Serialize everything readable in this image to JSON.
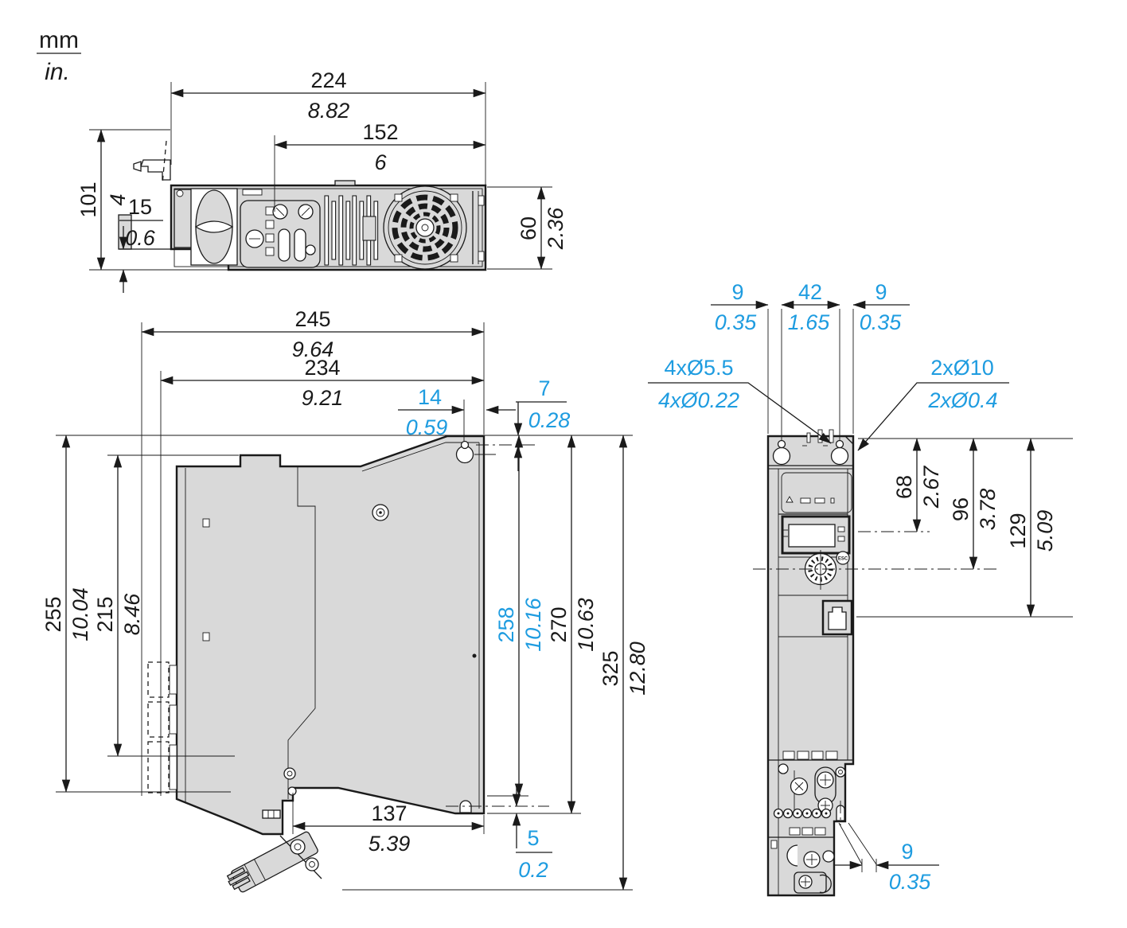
{
  "units": {
    "metric": "mm",
    "imperial": "in."
  },
  "colors": {
    "line": "#1a1a1a",
    "accent_blue": "#1E9CE0",
    "body_fill": "#d9d9d9"
  },
  "labels": {
    "esc_button": "ESC"
  },
  "icons": {
    "fan": "fan-grille-icon",
    "knob": "locking-knob-icon",
    "keyhole": "keyhole-mount-icon",
    "dial": "jog-dial-icon",
    "port": "rj45-port-icon",
    "hook": "din-rail-hook-icon",
    "clamp": "cable-clamp-icon"
  },
  "top_view": {
    "width": {
      "mm": "224",
      "in": "8.82"
    },
    "vent_width": {
      "mm": "152",
      "in": "6"
    },
    "height": {
      "mm": "101",
      "in": "4"
    },
    "rail_offset": {
      "mm": "15",
      "in": "0.6"
    },
    "depth": {
      "mm": "60",
      "in": "2.36"
    }
  },
  "side_view": {
    "depth_total": {
      "mm": "245",
      "in": "9.64"
    },
    "depth_body": {
      "mm": "234",
      "in": "9.21"
    },
    "keyhole_offset_x": {
      "mm": "14",
      "in": "0.59"
    },
    "keyhole_offset_y": {
      "mm": "7",
      "in": "0.28"
    },
    "height_keyhole_to_slot": {
      "mm": "258",
      "in": "10.16"
    },
    "height_body": {
      "mm": "270",
      "in": "10.63"
    },
    "height_total": {
      "mm": "325",
      "in": "12.80"
    },
    "flange_width": {
      "mm": "137",
      "in": "5.39"
    },
    "slot_offset": {
      "mm": "5",
      "in": "0.2"
    }
  },
  "front_view": {
    "edge_to_hole_left": {
      "mm": "9",
      "in": "0.35"
    },
    "hole_spacing": {
      "mm": "42",
      "in": "1.65"
    },
    "edge_to_hole_right": {
      "mm": "9",
      "in": "0.35"
    },
    "small_holes": {
      "mm": "4xØ5.5",
      "in": "4xØ0.22"
    },
    "large_holes": {
      "mm": "2xØ10",
      "in": "2xØ0.4"
    },
    "top_to_display": {
      "mm": "68",
      "in": "2.67"
    },
    "top_to_dial": {
      "mm": "96",
      "in": "3.78"
    },
    "top_to_port": {
      "mm": "129",
      "in": "5.09"
    },
    "ground_tab": {
      "mm": "9",
      "in": "0.35"
    }
  }
}
